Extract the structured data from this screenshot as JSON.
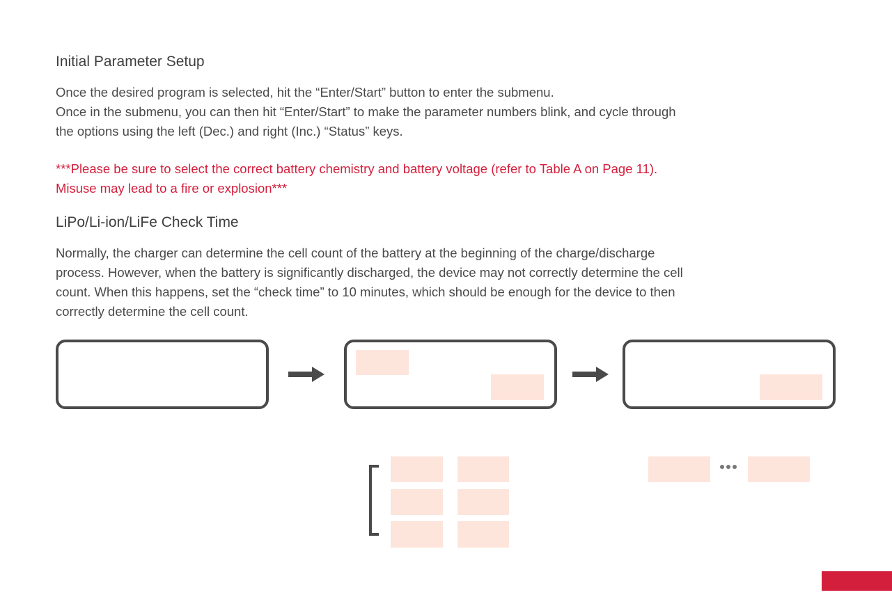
{
  "section1": {
    "heading": "Initial Parameter Setup",
    "lines": [
      "Once the desired program is selected, hit the “Enter/Start” button to enter the submenu.",
      "Once in the submenu, you can then hit “Enter/Start” to make the parameter numbers blink, and cycle through",
      "the options using the left (Dec.) and right (Inc.) “Status” keys."
    ]
  },
  "warning": {
    "lines": [
      "***Please be sure to select the correct battery chemistry and battery voltage (refer to Table A on Page 11).",
      "Misuse may lead to a fire or explosion***"
    ],
    "color": "#d41f3c"
  },
  "section2": {
    "heading": "LiPo/Li-ion/LiFe Check Time",
    "lines": [
      "Normally, the charger can determine the cell count of the battery at the beginning of the charge/discharge",
      "process. However, when the battery is significantly discharged, the device may not correctly determine the cell",
      "count. When this happens, set the “check time” to 10 minutes, which should be enough for the device to then",
      "correctly determine the cell count."
    ]
  },
  "colors": {
    "accent": "#d41f3c",
    "highlight": "#fde5dc",
    "outline": "#4a4a4a",
    "text": "#4a4a4a"
  },
  "icons": {
    "flow_arrow": "right-arrow-icon",
    "more": "ellipsis-icon"
  }
}
